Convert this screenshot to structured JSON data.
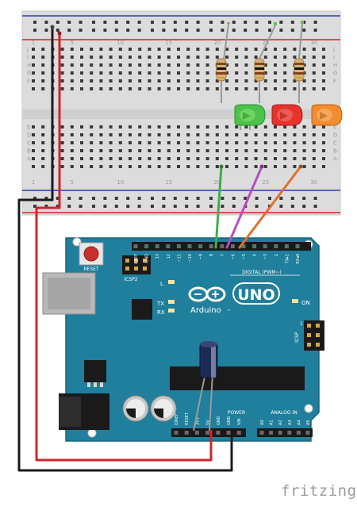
{
  "breadboard": {
    "row_letters_top": [
      "J",
      "I",
      "H",
      "G",
      "F"
    ],
    "row_letters_bottom": [
      "E",
      "D",
      "C",
      "B",
      "A"
    ],
    "column_numbers": [
      "1",
      "5",
      "10",
      "15",
      "20",
      "25",
      "30"
    ]
  },
  "arduino": {
    "brand": "Arduino",
    "model": "UNO",
    "trademark": "™",
    "reset_label": "RESET",
    "icsp2_label": "ICSP2",
    "icsp_label": "ICSP",
    "icsp_pin1": "1",
    "led_l": "L",
    "led_tx": "TX",
    "led_rx": "RX",
    "led_on": "ON",
    "digital_label": "DIGITAL (PWM~)",
    "power_label": "POWER",
    "analog_label": "ANALOG IN",
    "digital_pins": [
      "AREF",
      "GND",
      "13",
      "12",
      "~11",
      "~10",
      "~9",
      "8",
      "7",
      "~6",
      "~5",
      "4",
      "~3",
      "2",
      "TX▸1",
      "RX◂0"
    ],
    "power_pins": [
      "IOREF",
      "RESET",
      "3V3",
      "5V",
      "GND",
      "GND",
      "VIN"
    ],
    "analog_pins": [
      "A0",
      "A1",
      "A2",
      "A3",
      "A4",
      "A5"
    ]
  },
  "leds": [
    {
      "name": "green",
      "color": "#4cc24a"
    },
    {
      "name": "red",
      "color": "#e8332d"
    },
    {
      "name": "orange",
      "color": "#f28c2e"
    }
  ],
  "wires": {
    "green": "#3fae49",
    "purple": "#b44fc2",
    "orange": "#e2702a",
    "red": "#d2232a",
    "black": "#1a1a1a"
  },
  "watermark": "fritzing"
}
